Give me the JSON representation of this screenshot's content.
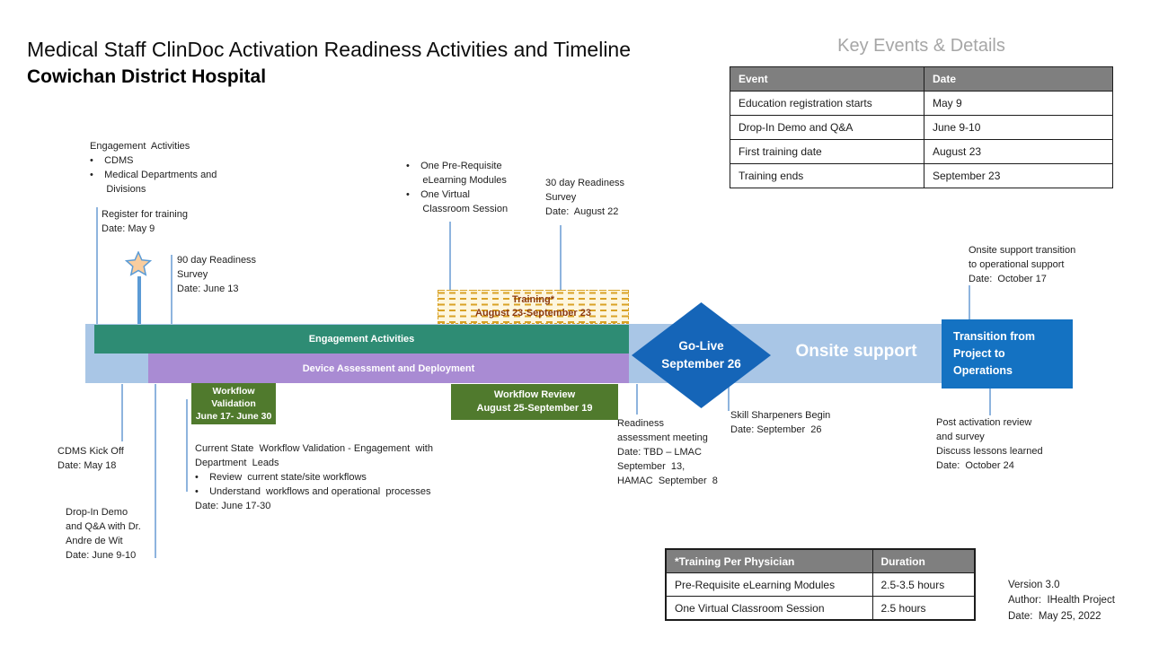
{
  "title": {
    "line1": "Medical Staff ClinDoc Activation Readiness Activities and Timeline",
    "line2": "Cowichan District Hospital"
  },
  "key_events": {
    "heading": "Key Events & Details",
    "columns": [
      "Event",
      "Date"
    ],
    "rows": [
      {
        "event": "Education registration starts",
        "date": "May 9"
      },
      {
        "event": "Drop-In Demo  and Q&A",
        "date": "June 9-10"
      },
      {
        "event": "First training date",
        "date": "August 23"
      },
      {
        "event": "Training ends",
        "date": "September  23"
      }
    ]
  },
  "timeline": {
    "engagement_bar": "Engagement Activities",
    "device_bar": "Device Assessment and Deployment",
    "training_box": "Training*\nAugust 23-September 23",
    "golive_diamond": "Go-Live\nSeptember 26",
    "onsite_label": "Onsite support",
    "transition_box": "Transition from\nProject to\nOperations",
    "workflow_validation": "Workflow\nValidation\nJune 17- June 30",
    "workflow_review": "Workflow Review\nAugust 25-September 19"
  },
  "annotations": {
    "engagement_activities": "Engagement  Activities\n•    CDMS\n•    Medical Departments and\n      Divisions",
    "register_training": "Register for training\nDate: May 9",
    "readiness_90": "90 day Readiness\nSurvey\nDate: June 13",
    "prereq_bullets": "•    One Pre-Requisite\n      eLearning Modules\n•    One Virtual\n      Classroom Session",
    "readiness_30": "30 day Readiness\nSurvey\nDate:  August 22",
    "cdms_kickoff": "CDMS Kick Off\nDate: May 18",
    "dropin_demo": "Drop-In Demo\nand Q&A with Dr.\nAndre de Wit\nDate: June 9-10",
    "current_state": "Current State  Workflow Validation - Engagement  with\nDepartment  Leads\n•    Review  current state/site workflows\n•    Understand  workflows and operational  processes\nDate: June 17-30",
    "readiness_meeting": "Readiness\nassessment meeting\nDate: TBD – LMAC\nSeptember  13,\nHAMAC  September  8",
    "skill_sharpeners": "Skill Sharpeners Begin\nDate: September  26",
    "onsite_transition": "Onsite support transition\nto operational support\nDate:  October 17",
    "post_activation": "Post activation review\nand survey\nDiscuss lessons learned\nDate:  October 24"
  },
  "training_table": {
    "columns": [
      "*Training  Per Physician",
      "Duration"
    ],
    "rows": [
      {
        "item": "Pre-Requisite eLearning  Modules",
        "duration": "2.5-3.5 hours"
      },
      {
        "item": "One Virtual Classroom Session",
        "duration": "2.5 hours"
      }
    ]
  },
  "footer": "Version 3.0\nAuthor:  IHealth Project\nDate:  May 25, 2022",
  "colors": {
    "teal": "#2E8C74",
    "purple": "#A98BD3",
    "lightblue": "#A9C6E6",
    "blue": "#1565B8",
    "blue2": "#1472C2",
    "green": "#507A2D",
    "table_gray": "#7F7F7F",
    "heading_gray": "#A6A6A6",
    "connector": "#8EB4DE",
    "training_line": "#D9A226",
    "training_bg": "#FDF6DF",
    "training_text": "#8C3A10",
    "star_fill": "#F9CD9E",
    "star_stroke": "#5B9BD5"
  }
}
